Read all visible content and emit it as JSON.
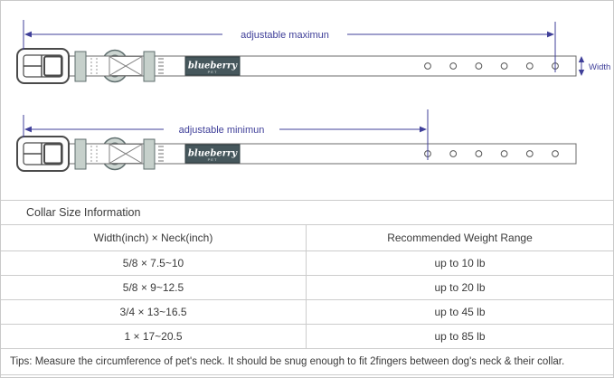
{
  "diagram": {
    "annotations": {
      "adjustable_max": "adjustable maximun",
      "adjustable_min": "adjustable minimun",
      "width_label": "Width"
    },
    "brand": {
      "logo_text": "blueberry",
      "logo_sub": "PET"
    },
    "holes_per_collar": 6,
    "colors": {
      "annotation": "#3f3f99",
      "hardware_fill": "#c6d0cb",
      "hardware_stroke": "#5f6e6e",
      "logo_background": "#46575c",
      "strap_stroke": "#6b6b6b"
    }
  },
  "table": {
    "title": "Collar Size Information",
    "columns": [
      "Width(inch)  ×  Neck(inch)",
      "Recommended Weight Range"
    ],
    "rows": [
      {
        "size": "5/8 × 7.5~10",
        "weight": "up to 10 lb"
      },
      {
        "size": "5/8 × 9~12.5",
        "weight": "up to 20 lb"
      },
      {
        "size": "3/4 × 13~16.5",
        "weight": "up to 45 lb"
      },
      {
        "size": "1 × 17~20.5",
        "weight": "up to 85 lb"
      }
    ],
    "tips": "Tips: Measure the circumference of pet's neck. It should be snug enough to fit 2fingers between dog's neck & their collar."
  }
}
